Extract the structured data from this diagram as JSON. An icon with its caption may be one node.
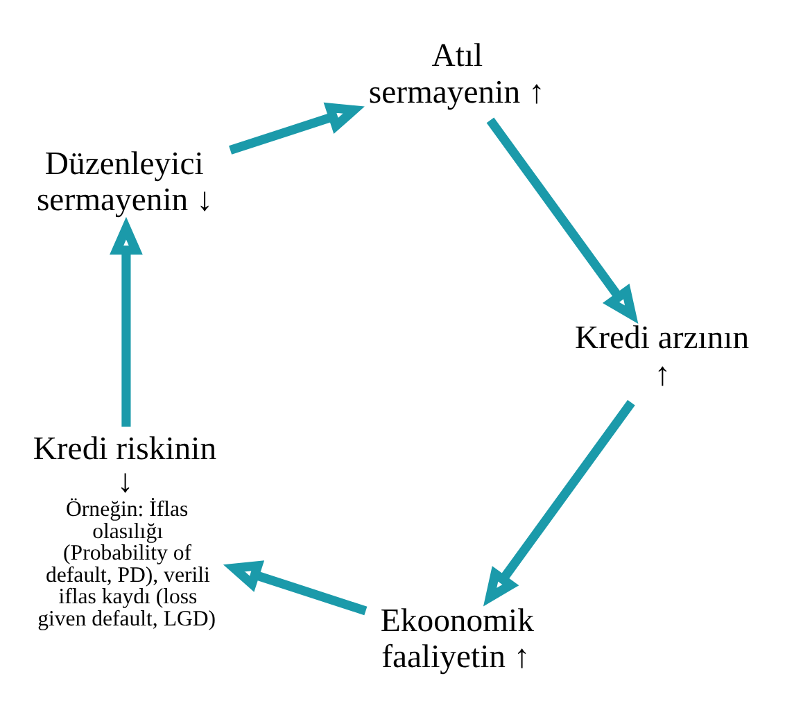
{
  "diagram": {
    "nodes": [
      {
        "text": [
          "Ekoonomik faaliyetin ↑"
        ]
      },
      {
        "text": [
          "Kredi riskinin ↓",
          "Örneğin: İflas olasılığı (Probability of default, PD), verili iflas kaydı (loss given default, LGD)"
        ]
      },
      {
        "text": [
          "Düzenleyici sermayenin ↓"
        ]
      },
      {
        "text": [
          "Atıl sermayenin ↑"
        ]
      },
      {
        "text": [
          "Kredi arzının ↑"
        ]
      }
    ],
    "edges": [
      {
        "from": 0,
        "to": 1,
        "arrow": "to"
      },
      {
        "from": 1,
        "to": 2,
        "arrow": "to"
      },
      {
        "from": 2,
        "to": 3,
        "arrow": "to"
      },
      {
        "from": 3,
        "to": 4,
        "arrow": "to"
      },
      {
        "from": 4,
        "to": 0,
        "arrow": "to"
      }
    ]
  }
}
